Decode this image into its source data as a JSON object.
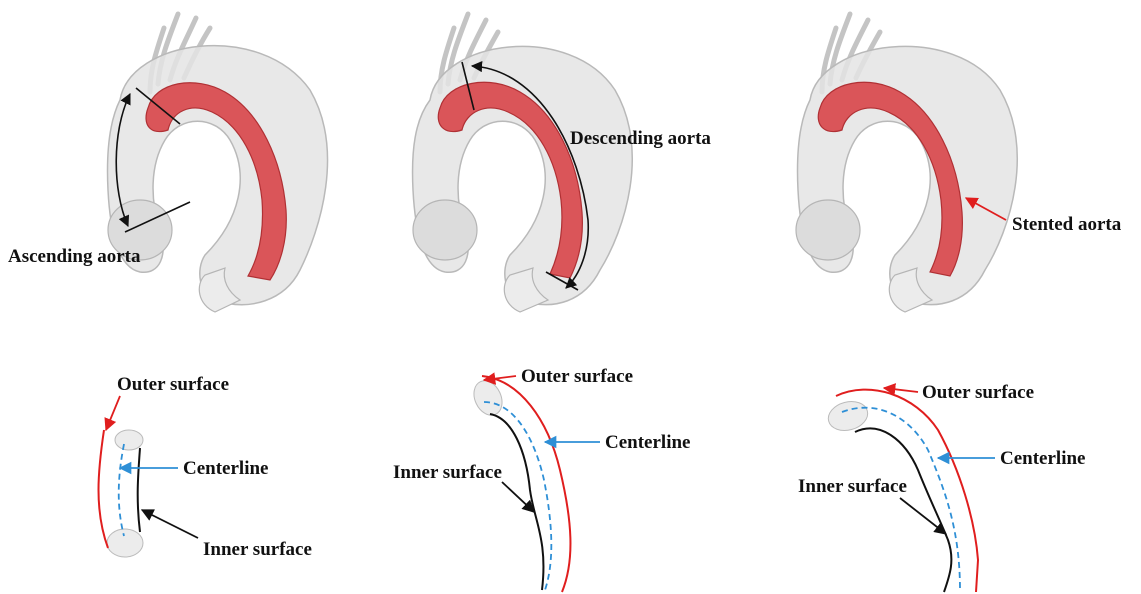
{
  "colors": {
    "background": "#ffffff",
    "aorta_shell_fill": "#e4e4e4",
    "aorta_shell_stroke": "#b9b9b9",
    "stent_fill": "#d8484c",
    "stent_stroke": "#b03034",
    "annotation_black": "#111111",
    "outer_surface_red": "#e01e1e",
    "centerline_blue": "#2e8fd6",
    "inner_surface_black": "#111111"
  },
  "top_row": {
    "panel_1": {
      "label": "Ascending aorta"
    },
    "panel_2": {
      "label": "Descending aorta"
    },
    "panel_3": {
      "label": "Stented aorta"
    }
  },
  "bottom_row": {
    "panel_1": {
      "outer": "Outer surface",
      "center": "Centerline",
      "inner": "Inner surface"
    },
    "panel_2": {
      "outer": "Outer surface",
      "center": "Centerline",
      "inner": "Inner surface"
    },
    "panel_3": {
      "outer": "Outer surface",
      "center": "Centerline",
      "inner": "Inner surface"
    }
  }
}
